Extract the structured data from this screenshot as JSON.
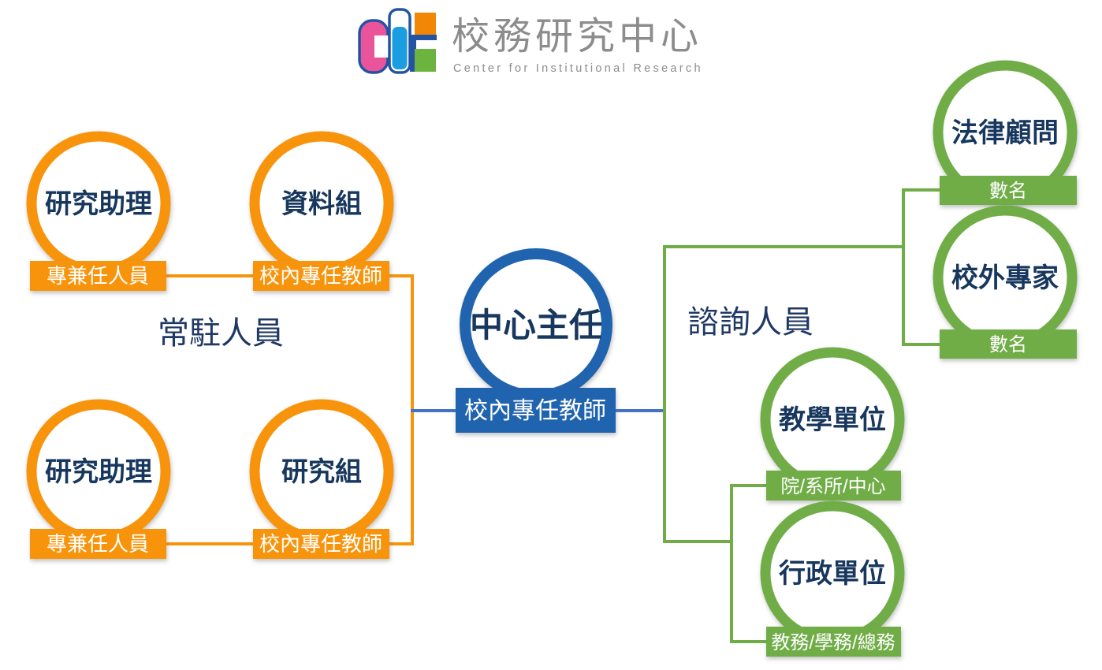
{
  "header": {
    "logo_title": "校務研究中心",
    "logo_subtitle": "Center for Institutional Research"
  },
  "groups": {
    "left_label": "常駐人員",
    "right_label": "諮詢人員"
  },
  "nodes": {
    "center": {
      "label": "中心主任",
      "banner": "校內專任教師"
    },
    "research_assistant_top": {
      "label": "研究助理",
      "banner": "專兼任人員"
    },
    "data_team": {
      "label": "資料組",
      "banner": "校內專任教師"
    },
    "research_assistant_bottom": {
      "label": "研究助理",
      "banner": "專兼任人員"
    },
    "research_team": {
      "label": "研究組",
      "banner": "校內專任教師"
    },
    "legal_advisor": {
      "label": "法律顧問",
      "banner": "數名"
    },
    "external_expert": {
      "label": "校外專家",
      "banner": "數名"
    },
    "teaching_unit": {
      "label": "教學單位",
      "banner": "院/系所/中心"
    },
    "admin_unit": {
      "label": "行政單位",
      "banner": "教務/學務/總務"
    }
  },
  "colors": {
    "orange": "#F8940B",
    "blue_ring": "#2063AF",
    "blue_line": "#4472C4",
    "green": "#70AD47",
    "navy_text": "#17375E",
    "group_label_text": "#1F3864",
    "logo_gray": "#8C8C8C",
    "logo_pink": "#E9549B",
    "logo_navy": "#2353A4",
    "logo_cyan": "#1B9DE2",
    "logo_orange": "#F28705",
    "logo_green": "#6CB33F"
  }
}
